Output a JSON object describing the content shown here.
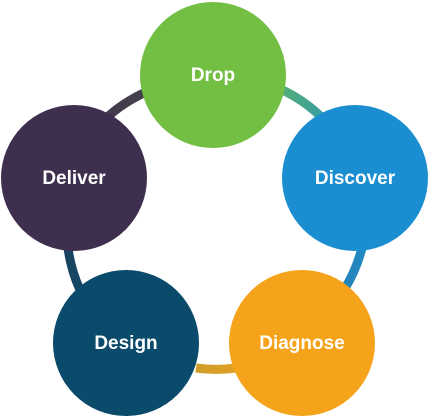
{
  "diagram": {
    "nodes": [
      {
        "label": "Drop",
        "color": "#72BF44"
      },
      {
        "label": "Discover",
        "color": "#1B8ED1"
      },
      {
        "label": "Diagnose",
        "color": "#F5A31A"
      },
      {
        "label": "Design",
        "color": "#0A4A6B"
      },
      {
        "label": "Deliver",
        "color": "#3F2F4E"
      }
    ]
  }
}
